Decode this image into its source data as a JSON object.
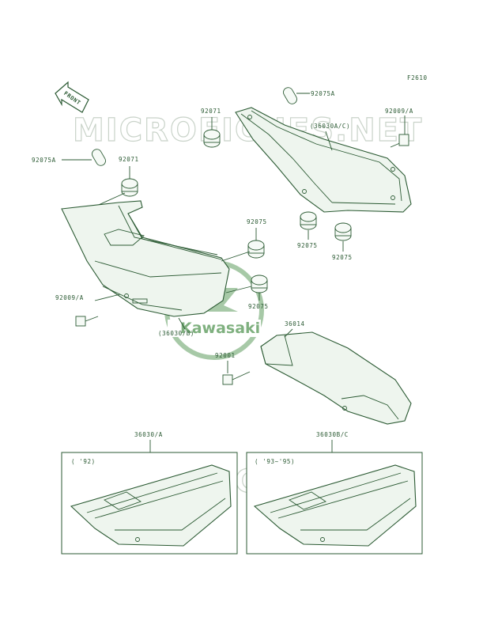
{
  "sheet_code": "F2610",
  "front_label": "FRONT",
  "watermark": "MICROFICHES.NET",
  "logo_text": "Kawasaki",
  "labels": {
    "p92075A_top": "92075A",
    "p92071_top": "92071",
    "p92009A_top": "92009/A",
    "p36030AC": "(36030A/C)",
    "p92075A_left": "92075A",
    "p92071_left": "92071",
    "p92075_r1": "92075",
    "p92075_r2": "92075",
    "p92075_mid": "92075",
    "p92075_mid2": "92075",
    "p92009A_left": "92009/A",
    "p36030B": "(36030/B)",
    "p36014": "36014",
    "p92001": "92001",
    "p36030A_box": "36030/A",
    "p36030BC_box": "36030B/C"
  },
  "variants": {
    "left_year": "( '92)",
    "right_year": "( '93~'95)"
  }
}
